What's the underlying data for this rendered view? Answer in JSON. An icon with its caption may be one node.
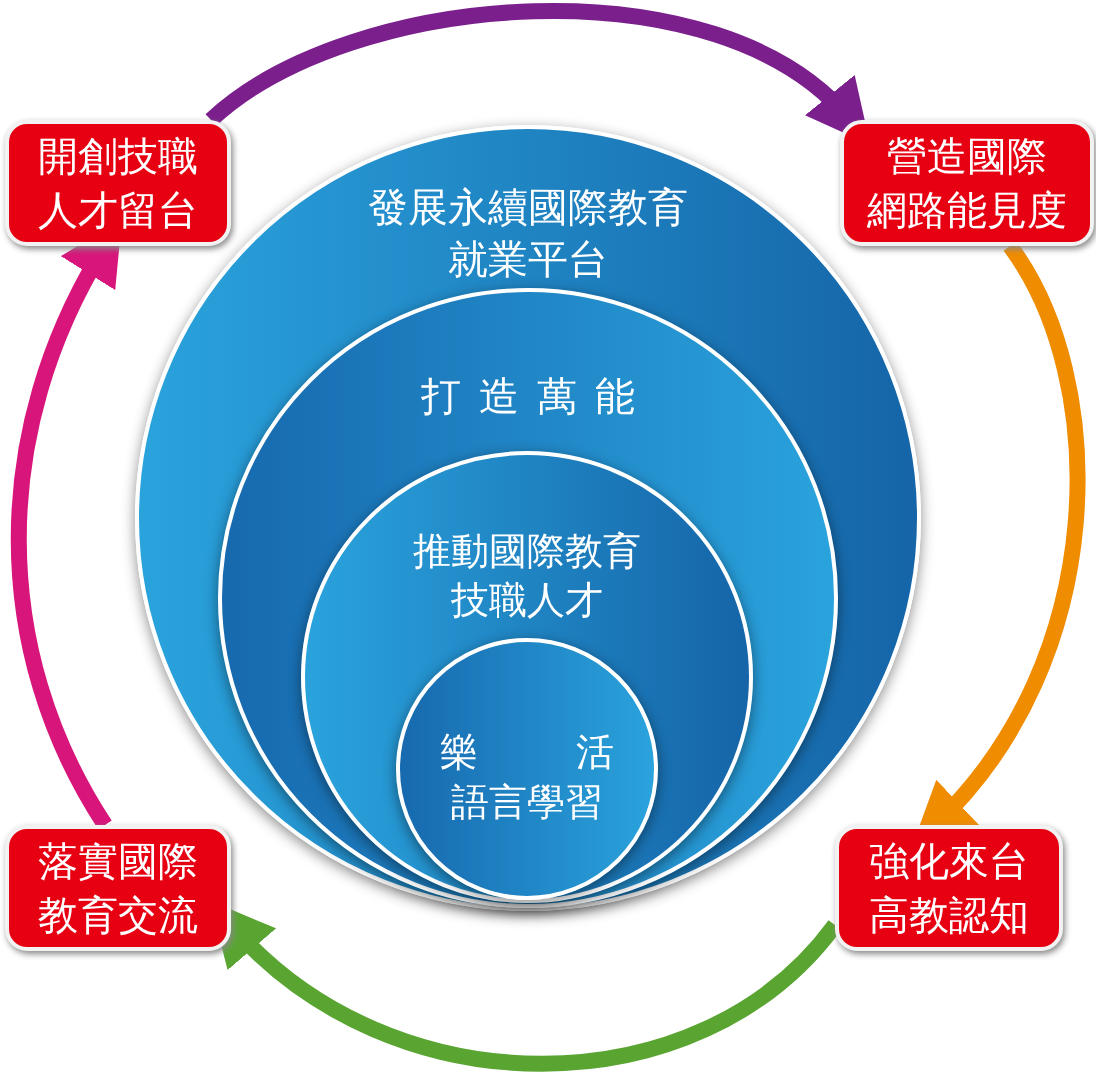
{
  "diagram": {
    "nodes": [
      {
        "text": [
          "開創技職人才留台"
        ]
      },
      {
        "text": [
          "營造國際網路能見度"
        ]
      },
      {
        "text": [
          "強化來台高教認知"
        ]
      },
      {
        "text": [
          "落實國際教育交流"
        ]
      },
      {
        "text": [
          "發展永續國際教育就業平台"
        ]
      },
      {
        "text": [
          "打造萬能"
        ],
        "in": 4
      },
      {
        "text": [
          "推動國際教育技職人才"
        ],
        "in": 5
      },
      {
        "text": [
          "樂活",
          "語言學習"
        ],
        "in": 6
      }
    ],
    "edges": [
      {
        "from": 0,
        "to": 1,
        "arrow": "to",
        "color": "#7a1f8c"
      },
      {
        "from": 1,
        "to": 2,
        "arrow": "to",
        "color": "#f08c00"
      },
      {
        "from": 2,
        "to": 3,
        "arrow": "to",
        "color": "#5aa532"
      },
      {
        "from": 3,
        "to": 0,
        "arrow": "to",
        "color": "#d8157a"
      }
    ]
  }
}
